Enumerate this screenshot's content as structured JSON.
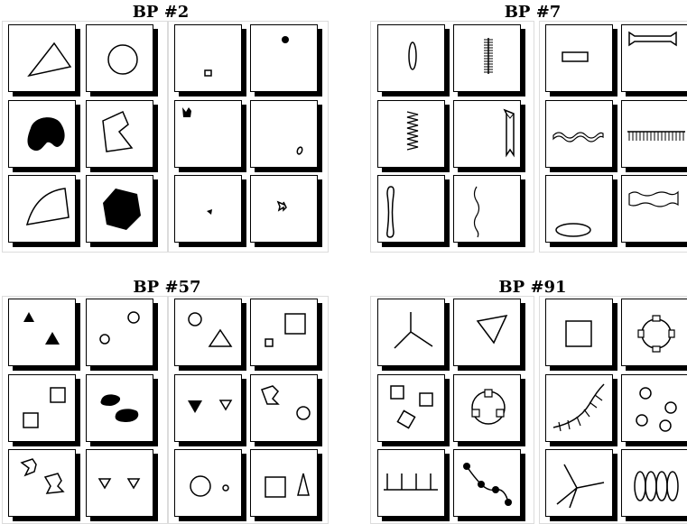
{
  "puzzles": [
    {
      "title": "BP #2"
    },
    {
      "title": "BP #7"
    },
    {
      "title": "BP #57"
    },
    {
      "title": "BP #91"
    }
  ]
}
